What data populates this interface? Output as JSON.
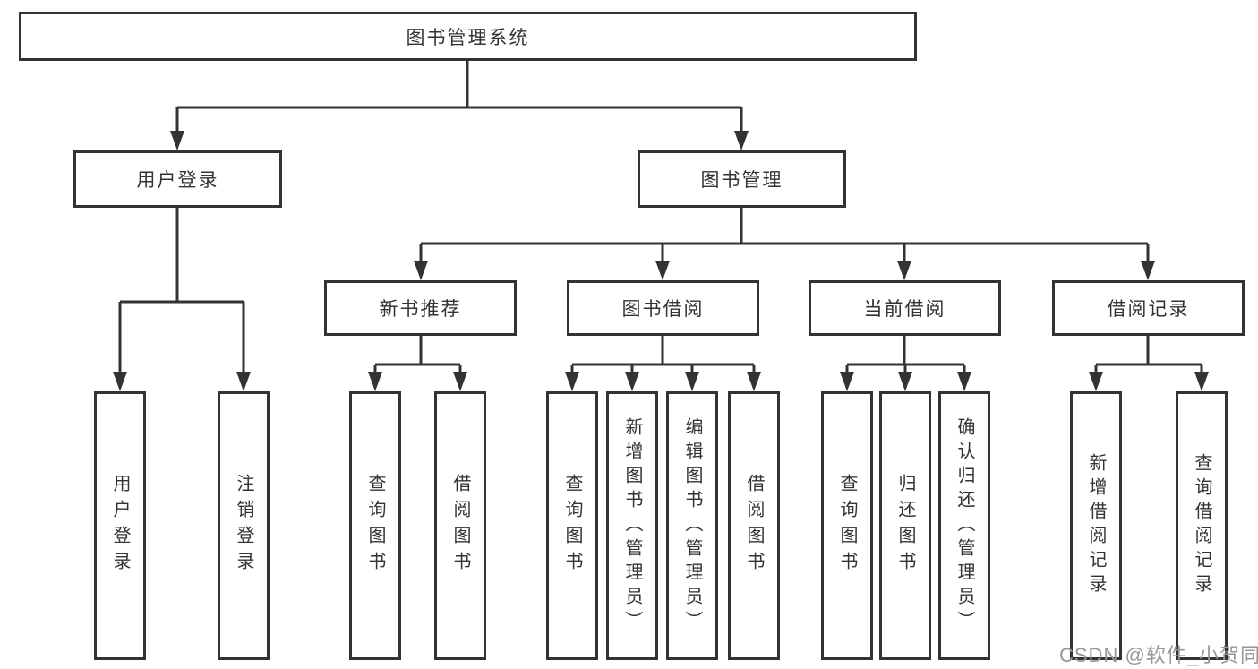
{
  "diagram_type": "functional-structure-tree",
  "colors": {
    "line": "#333333",
    "box_border": "#333333",
    "box_fill": "#ffffff",
    "text": "#333333",
    "watermark": "#979797",
    "background": "#ffffff"
  },
  "nodes": {
    "root": {
      "label": "图书管理系统"
    },
    "branches": [
      {
        "label": "用户登录"
      },
      {
        "label": "图书管理"
      }
    ],
    "modules": [
      {
        "label": "新书推荐"
      },
      {
        "label": "图书借阅"
      },
      {
        "label": "当前借阅"
      },
      {
        "label": "借阅记录"
      }
    ],
    "leaves": {
      "user": [
        {
          "label": "用户登录"
        },
        {
          "label": "注销登录"
        }
      ],
      "recommend": [
        {
          "label": "查询图书"
        },
        {
          "label": "借阅图书"
        }
      ],
      "borrowing": [
        {
          "label": "查询图书"
        },
        {
          "label": "新增图书（管理员）"
        },
        {
          "label": "编辑图书（管理员）"
        },
        {
          "label": "借阅图书"
        }
      ],
      "current": [
        {
          "label": "查询图书"
        },
        {
          "label": "归还图书"
        },
        {
          "label": "确认归还（管理员）"
        }
      ],
      "records": [
        {
          "label": "新增借阅记录"
        },
        {
          "label": "查询借阅记录"
        }
      ]
    }
  },
  "watermark": {
    "text": "CSDN @软件_小贺同学"
  }
}
